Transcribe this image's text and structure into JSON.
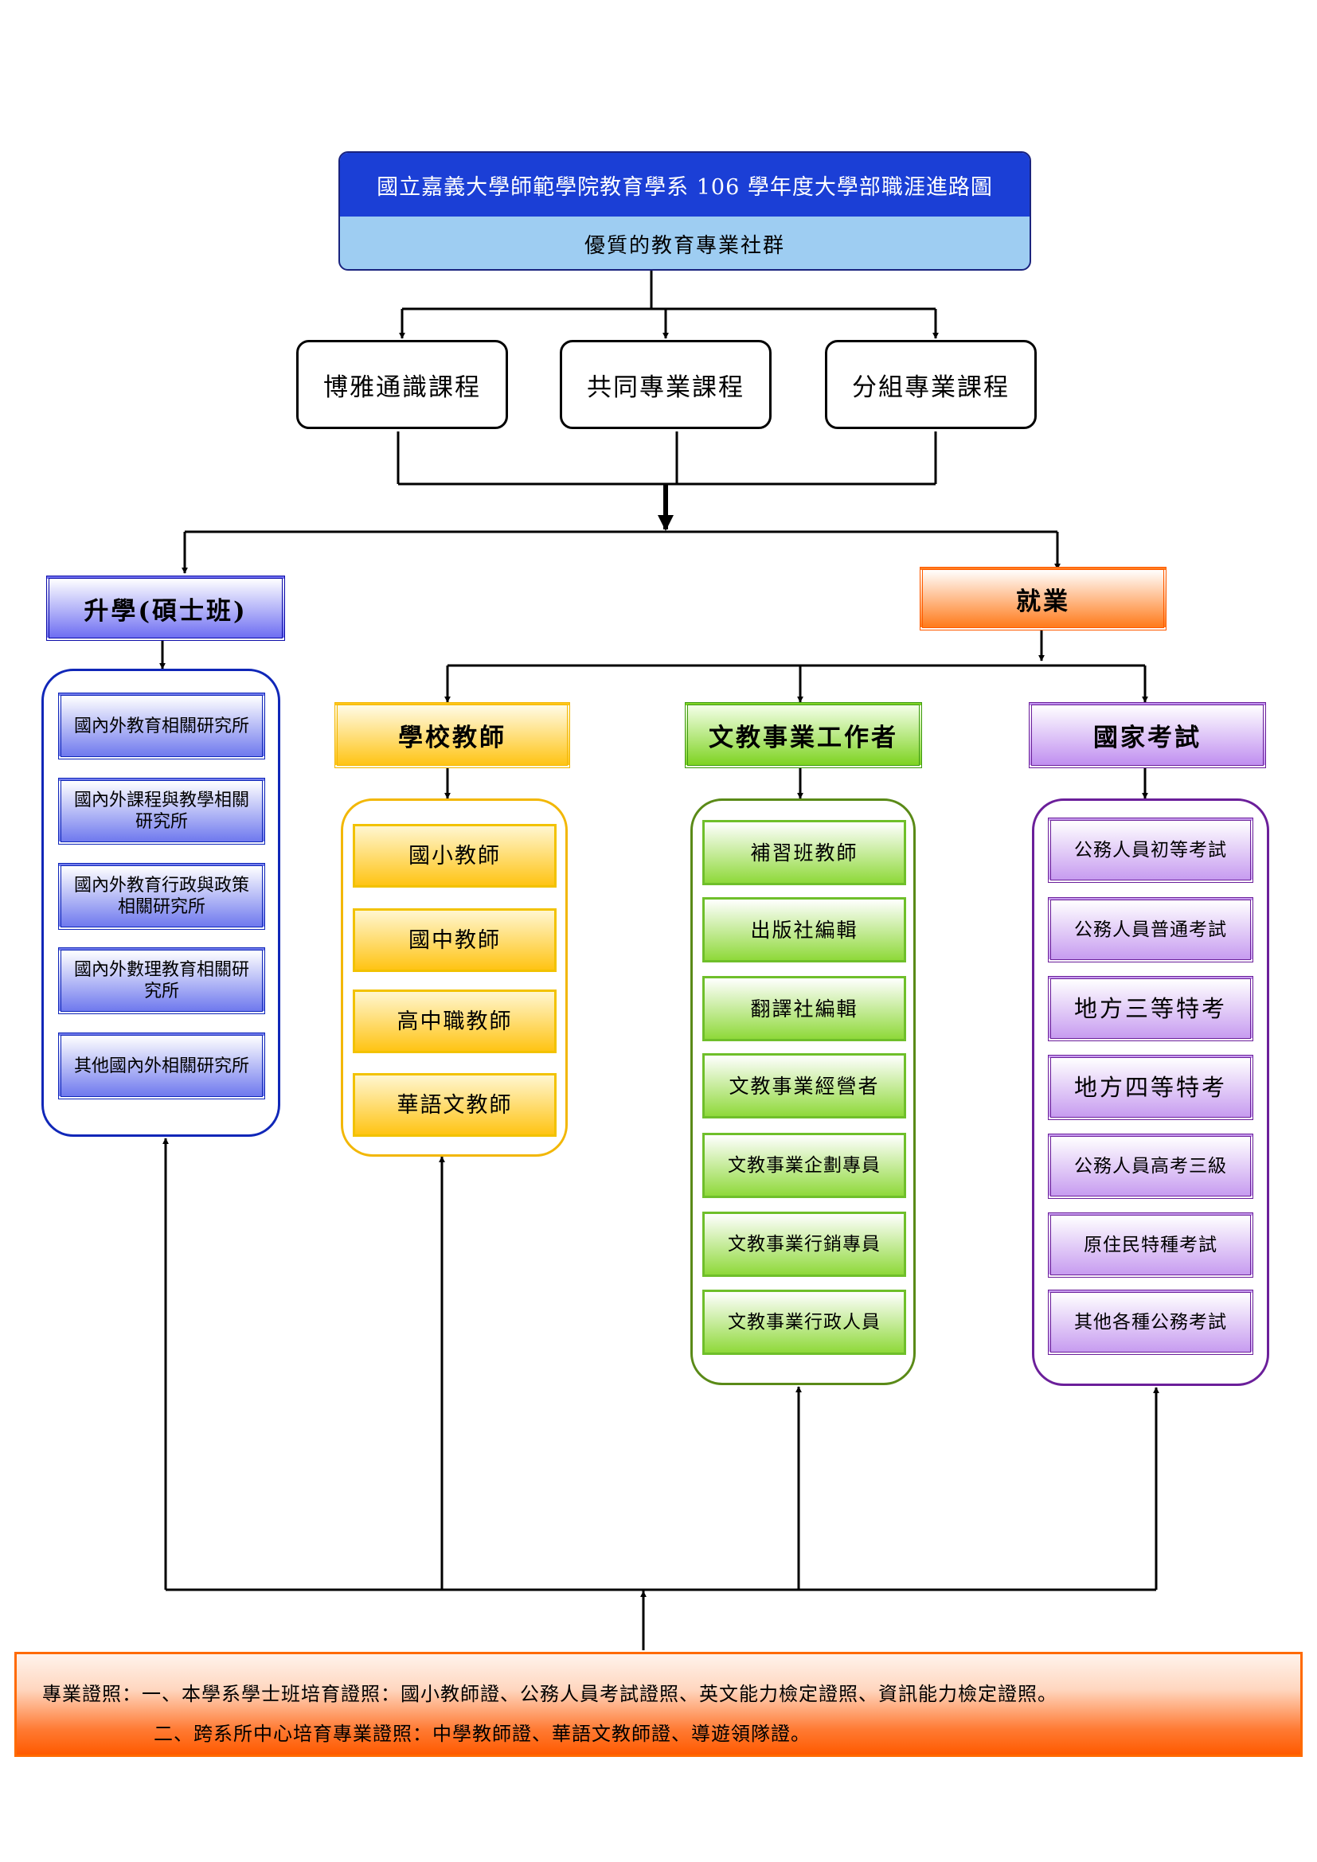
{
  "header": {
    "title": "國立嘉義大學師範學院教育學系 106 學年度大學部職涯進路圖",
    "subtitle": "優質的教育專業社群"
  },
  "courses": [
    "博雅通識課程",
    "共同專業課程",
    "分組專業課程"
  ],
  "further_study": {
    "title": "升學(碩士班)",
    "items": [
      "國內外教育相關研究所",
      "國內外課程與教學相關研究所",
      "國內外教育行政與政策相關研究所",
      "國內外數理教育相關研究所",
      "其他國內外相關研究所"
    ]
  },
  "employment": {
    "title": "就業",
    "teachers": {
      "title": "學校教師",
      "items": [
        "國小教師",
        "國中教師",
        "高中職教師",
        "華語文教師"
      ]
    },
    "culture_education": {
      "title": "文教事業工作者",
      "items": [
        "補習班教師",
        "出版社編輯",
        "翻譯社編輯",
        "文教事業經營者",
        "文教事業企劃專員",
        "文教事業行銷專員",
        "文教事業行政人員"
      ]
    },
    "national_exam": {
      "title": "國家考試",
      "items": [
        "公務人員初等考試",
        "公務人員普通考試",
        "地方三等特考",
        "地方四等特考",
        "公務人員高考三級",
        "原住民特種考試",
        "其他各種公務考試"
      ]
    }
  },
  "certificates": {
    "line1": "專業證照：一、本學系學士班培育證照：國小教師證、公務人員考試證照、英文能力檢定證照、資訊能力檢定證照。",
    "line2": "二、跨系所中心培育專業證照：中學教師證、華語文教師證、導遊領隊證。"
  }
}
